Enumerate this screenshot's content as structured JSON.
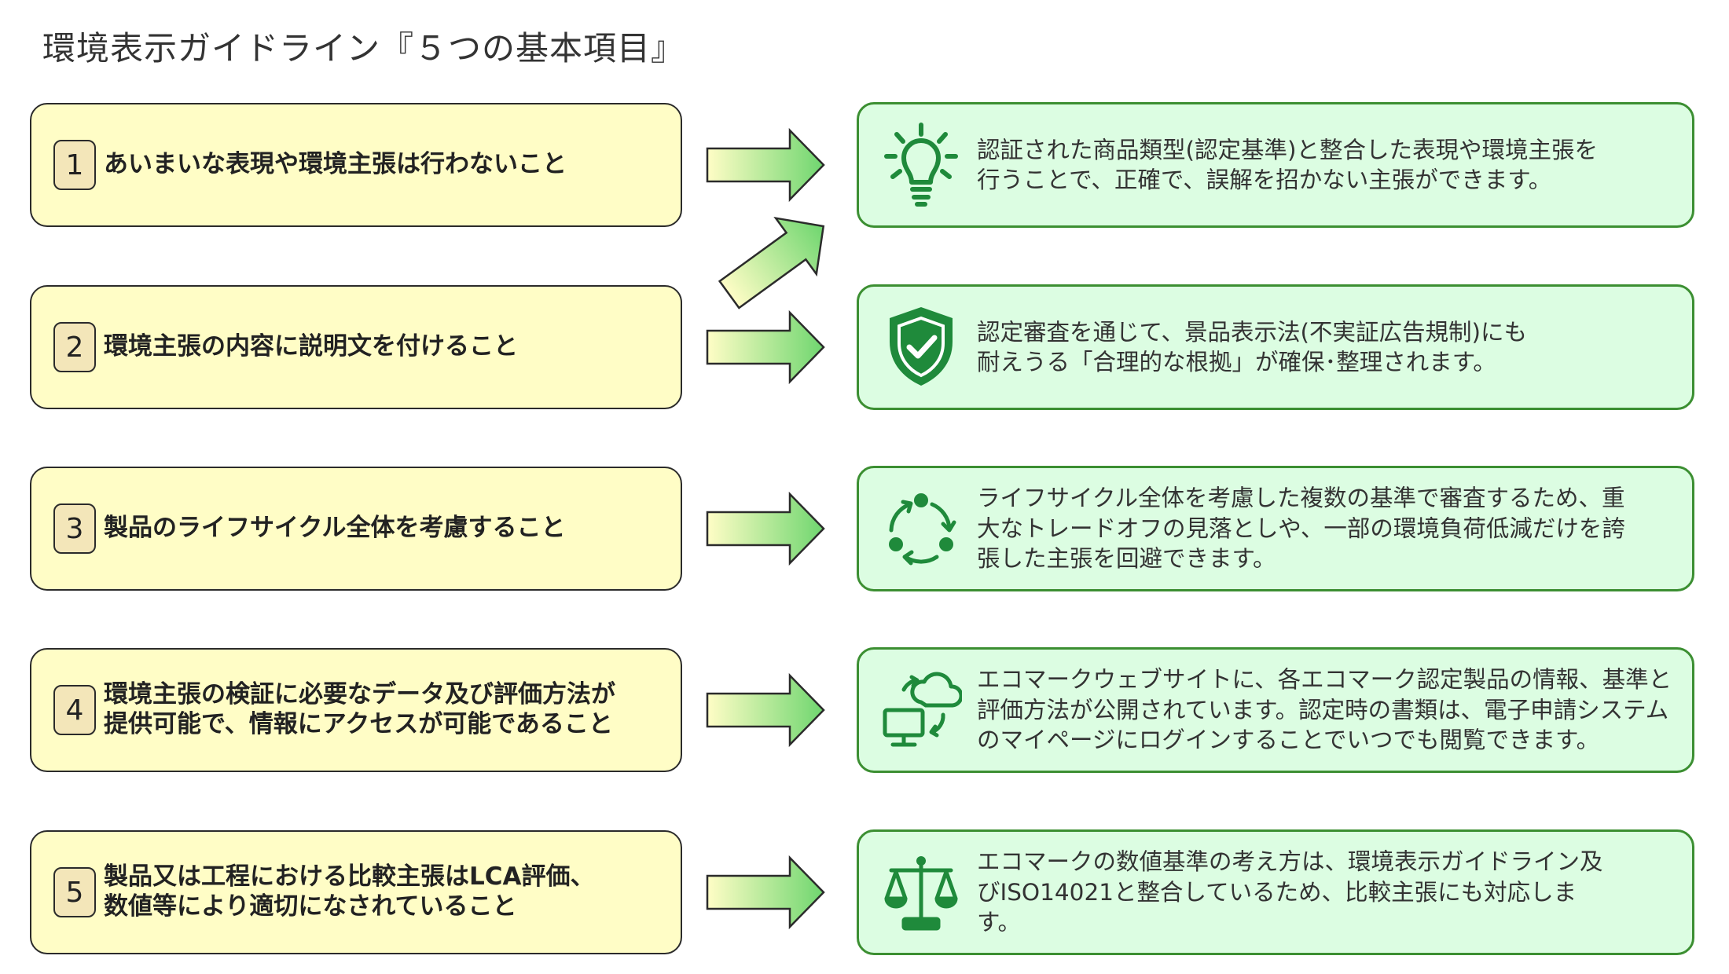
{
  "title": "環境表示ガイドライン『５つの基本項目』",
  "colors": {
    "left_fill": "#fffdc6",
    "number_fill": "#f3e6b9",
    "right_fill": "#dcfde2",
    "right_border": "#3c8f32",
    "icon": "#1f8a3b",
    "arrow_start": "#fffdc6",
    "arrow_end": "#6fd66f"
  },
  "items": [
    {
      "number": "1",
      "lines": [
        "あいまいな表現や環境主張は行わないこと"
      ],
      "icon": "lightbulb-icon",
      "description": [
        "認証された商品類型(認定基準)と整合した表現や環境主張を",
        "行うことで、正確で、誤解を招かない主張ができます。"
      ]
    },
    {
      "number": "2",
      "lines": [
        "環境主張の内容に説明文を付けること"
      ],
      "icon": "shield-check-icon",
      "description": [
        "認定審査を通じて、景品表示法(不実証広告規制)にも",
        "耐えうる「合理的な根拠」が確保･整理されます。"
      ]
    },
    {
      "number": "3",
      "lines": [
        "製品のライフサイクル全体を考慮すること"
      ],
      "icon": "cycle-icon",
      "description": [
        "ライフサイクル全体を考慮した複数の基準で審査するため、重",
        "大なトレードオフの見落としや、一部の環境負荷低減だけを誇",
        "張した主張を回避できます。"
      ]
    },
    {
      "number": "4",
      "lines": [
        "環境主張の検証に必要なデータ及び評価方法が",
        "提供可能で、情報にアクセスが可能であること"
      ],
      "icon": "cloud-computer-icon",
      "description": [
        "エコマークウェブサイトに、各エコマーク認定製品の情報、基準と",
        "評価方法が公開されています。認定時の書類は、電子申請システム",
        "のマイページにログインすることでいつでも閲覧できます。"
      ]
    },
    {
      "number": "5",
      "lines": [
        "製品又は工程における比較主張はLCA評価、",
        "数値等により適切になされていること"
      ],
      "icon": "balance-scale-icon",
      "description": [
        "エコマークの数値基準の考え方は、環境表示ガイドライン及",
        "びISO14021と整合しているため、比較主張にも対応しま",
        "す。"
      ]
    }
  ]
}
